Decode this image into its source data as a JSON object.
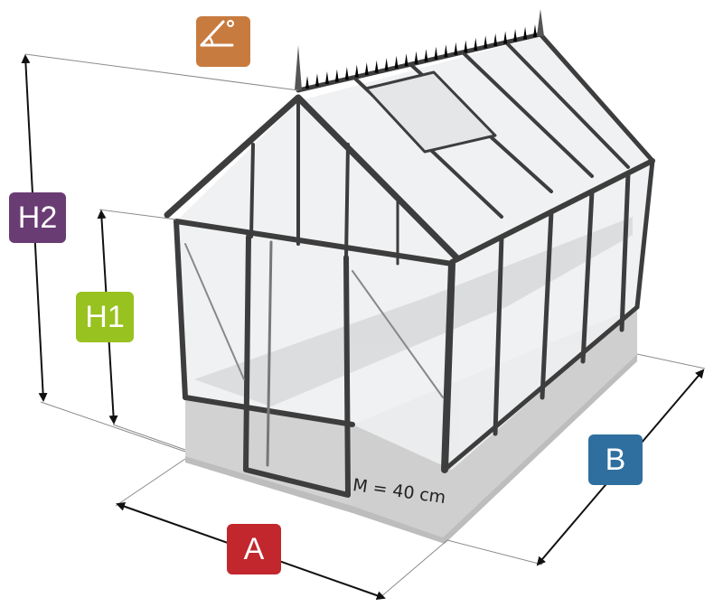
{
  "labels": {
    "height_ridge": "H2",
    "height_eave": "H1",
    "width_front": "A",
    "length_side": "B",
    "plinth": "M = 40 cm"
  },
  "icons": {
    "roof_angle": "roof-angle-icon"
  },
  "colors": {
    "h2": "#6a3c74",
    "h1": "#98c21f",
    "a": "#c1272d",
    "b": "#2f6f9f",
    "angle": "#c87b3f",
    "frame": "#3d3d3d",
    "glass": "#e6e8ea",
    "plinth": "#d4d4d4"
  }
}
